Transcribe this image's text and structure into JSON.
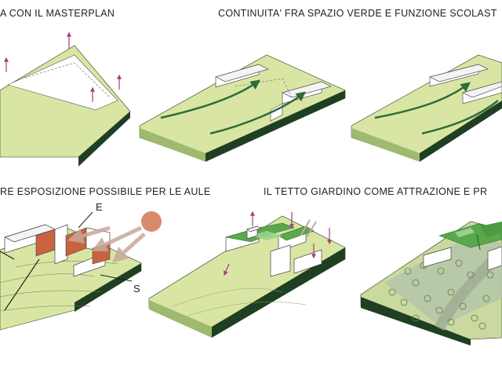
{
  "captions": {
    "row1_left": "A CON IL MASTERPLAN",
    "row1_right": "CONTINUITA' FRA SPAZIO VERDE E FUNZIONE SCOLAST",
    "row2_left": "RE ESPOSIZIONE POSSIBILE PER LE AULE",
    "row2_right": "IL TETTO GIARDINO COME ATTRAZIONE E PR"
  },
  "compass": {
    "east": "E",
    "south": "S"
  },
  "colors": {
    "ground": "#d9e6a3",
    "ground_edge": "#1f3f22",
    "roof_green": "#5aa84c",
    "arrow_green": "#2f6b3a",
    "sun": "#d98a6a",
    "sun_ray": "#c9a89a",
    "wall_orange": "#c8633f",
    "marker_purple": "#a0407a"
  }
}
